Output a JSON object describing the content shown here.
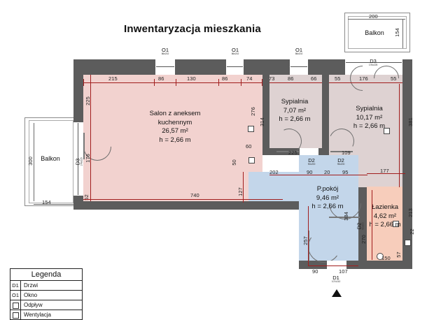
{
  "title": "Inwentaryzacja mieszkania",
  "rooms": [
    {
      "id": "salon",
      "name": "Salon z aneksem",
      "name2": "kuchennym",
      "area": "26,57 m²",
      "height": "h = 2,66 m",
      "color": "#f2d2cf"
    },
    {
      "id": "sypialnia1",
      "name": "Sypialnia",
      "name2": "",
      "area": "7,07 m²",
      "height": "h = 2,66 m",
      "color": "#ded2d2"
    },
    {
      "id": "sypialnia2",
      "name": "Sypialnia",
      "name2": "",
      "area": "10,17 m²",
      "height": "h = 2,66 m",
      "color": "#ded2d2"
    },
    {
      "id": "przedpokoj",
      "name": "P.pokój",
      "name2": "",
      "area": "9,46 m²",
      "height": "h = 2,66 m",
      "color": "#c3d6ea"
    },
    {
      "id": "lazienka",
      "name": "Łazienka",
      "name2": "",
      "area": "4,62 m²",
      "height": "h = 2,66 m",
      "color": "#f7cdbb"
    }
  ],
  "balconies": [
    {
      "id": "balcony-top",
      "label": "Balkon",
      "width": "200",
      "height": "154"
    },
    {
      "id": "balcony-left",
      "label": "Balkon",
      "width": "154",
      "height": "300"
    }
  ],
  "openings": [
    {
      "id": "o1-a",
      "code": "O1",
      "sub": "86x202"
    },
    {
      "id": "o1-b",
      "code": "O1",
      "sub": "86x202"
    },
    {
      "id": "o1-c",
      "code": "O1",
      "sub": "86x202"
    },
    {
      "id": "d3",
      "code": "D3",
      "sub": "176x225"
    },
    {
      "id": "d3-left",
      "code": "D3",
      "sub": "176x225"
    },
    {
      "id": "d2-a",
      "code": "D2",
      "sub": "90x200"
    },
    {
      "id": "d2-b",
      "code": "D2",
      "sub": "95x200"
    },
    {
      "id": "d2-c",
      "code": "D2",
      "sub": "90x200"
    },
    {
      "id": "d1",
      "code": "D1",
      "sub": "107x210"
    }
  ],
  "dimensions": {
    "top_chain": [
      "215",
      "86",
      "130",
      "86",
      "74"
    ],
    "top_chain2": [
      "73",
      "86",
      "66"
    ],
    "top_chain3": [
      "55",
      "176",
      "55"
    ],
    "left_chain": [
      "225",
      "176",
      "52"
    ],
    "bottom_salon": "740",
    "middle": [
      "60",
      "50",
      "202",
      "225",
      "109",
      "90",
      "20",
      "95",
      "177"
    ],
    "right_chain": [
      "276",
      "314",
      "381",
      "127",
      "257",
      "384",
      "270",
      "213",
      "57",
      "150",
      "22"
    ],
    "bottom_chain": [
      "90",
      "107"
    ],
    "balcony_top": [
      "200",
      "154"
    ],
    "balcony_left": [
      "300",
      "154"
    ]
  },
  "legend": {
    "title": "Legenda",
    "items": [
      {
        "key": "D1",
        "label": "Drzwi"
      },
      {
        "key": "O1",
        "label": "Okno"
      },
      {
        "key": "sym-drain",
        "label": "Odpływ"
      },
      {
        "key": "sym-vent",
        "label": "Wentylacja"
      }
    ]
  },
  "compass": {
    "name": "north-arrow"
  }
}
